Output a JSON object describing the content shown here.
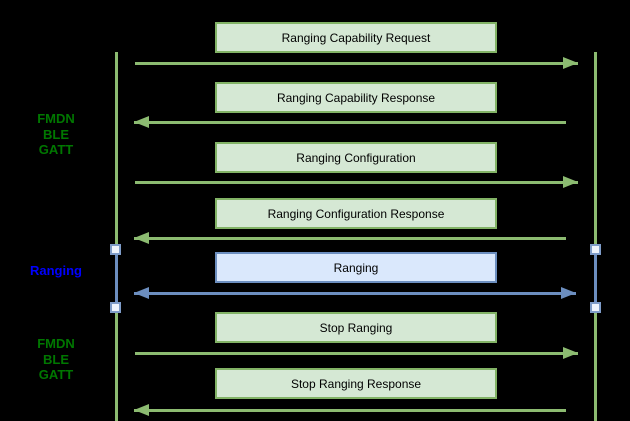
{
  "diagram": {
    "phases": [
      {
        "name": "fmdn-ble-gatt-top",
        "lines": [
          "FMDN",
          "BLE",
          "GATT"
        ],
        "color": "#007700"
      },
      {
        "name": "ranging",
        "lines": [
          "Ranging"
        ],
        "color": "#0000ff"
      },
      {
        "name": "fmdn-ble-gatt-bottom",
        "lines": [
          "FMDN",
          "BLE",
          "GATT"
        ],
        "color": "#007700"
      }
    ],
    "messages": [
      {
        "label": "Ranging Capability Request",
        "direction": "right",
        "color_scheme": "green"
      },
      {
        "label": "Ranging Capability Response",
        "direction": "left",
        "color_scheme": "green"
      },
      {
        "label": "Ranging Configuration",
        "direction": "right",
        "color_scheme": "green"
      },
      {
        "label": "Ranging Configuration Response",
        "direction": "left",
        "color_scheme": "green"
      },
      {
        "label": "Ranging",
        "direction": "both",
        "color_scheme": "blue"
      },
      {
        "label": "Stop Ranging",
        "direction": "right",
        "color_scheme": "green"
      },
      {
        "label": "Stop Ranging Response",
        "direction": "left",
        "color_scheme": "green"
      }
    ],
    "colors": {
      "message_box_fill_green": "#d5e8d4",
      "message_box_border_green": "#82b366",
      "arrow_green": "#8cbb71",
      "message_box_fill_blue": "#dae8fc",
      "message_box_border_blue": "#6c8ebf",
      "arrow_blue": "#6c8ebf",
      "phase_label_green": "#007700",
      "phase_label_blue": "#0000ff",
      "lifeline_green": "#8cbb71",
      "lifeline_blue_segment": "#6c8ebf",
      "activation_marker_fill": "#eef4fd",
      "activation_marker_border": "#7e9cc9",
      "background": "#000000",
      "box_text": "#000000"
    }
  }
}
